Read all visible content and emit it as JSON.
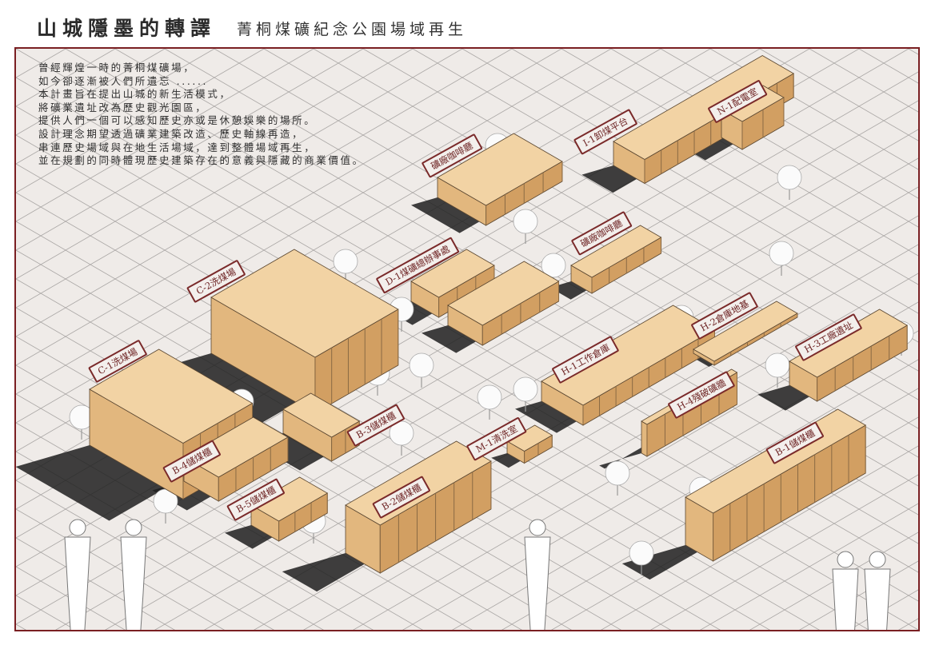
{
  "header": {
    "title": "山城隱墨的轉譯",
    "subtitle": "菁桐煤礦紀念公園場域再生"
  },
  "intro": [
    "曾經輝煌一時的菁桐煤礦場，",
    "如今卻逐漸被人們所遺忘 ......",
    "本計畫旨在提出山城的新生活模式，",
    "將礦業遺址改為歷史觀光園區，",
    "提供人們一個可以感知歷史亦或是休憩娛樂的場所。",
    "設計理念期望透過礦業建築改造、歷史軸線再造，",
    "串連歷史場域與在地生活場域，達到整體場域再生，",
    "並在規劃的同時體現歷史建築存在的意義與隱藏的商業價值。"
  ],
  "labels": {
    "cafe_1": "礦廠咖啡廳",
    "i1": "I-1卸煤平台",
    "n1": "N-1配電室",
    "cafe_2": "礦廠咖啡廳",
    "d1": "D-1煤礦總辦事處",
    "c2": "C-2洗煤場",
    "c1": "C-1洗煤場",
    "b4": "B-4儲煤櫃",
    "b3": "B-3儲煤櫃",
    "b5": "B-5儲煤櫃",
    "b2": "B-2儲煤櫃",
    "h1": "H-1工作倉庫",
    "h2": "H-2倉庫地基",
    "h3": "H-3工廠遺址",
    "h4": "H-4殘破礦牆",
    "m1": "M-1清洗室",
    "b1": "B-1儲煤櫃"
  },
  "colors": {
    "frame": "#7a1f22",
    "ground": "#efebe8",
    "grid": "#a9a6a4",
    "wood_top": "#f2d3a4",
    "wood_left": "#e2b77e",
    "wood_right": "#d29f62",
    "shadow": "#1e1e1e"
  }
}
